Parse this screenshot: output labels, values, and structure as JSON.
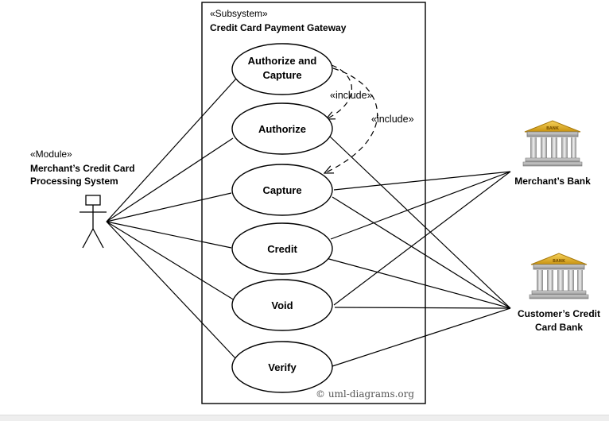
{
  "subsystem": {
    "stereotype": "«Subsystem»",
    "name": "Credit Card Payment Gateway"
  },
  "actor_module": {
    "stereotype": "«Module»",
    "name_line1": "Merchant’s Credit Card",
    "name_line2": "Processing System"
  },
  "actor_merchant_bank": {
    "name": "Merchant’s Bank",
    "icon": "bank-building-icon",
    "icon_text": "BANK"
  },
  "actor_customer_bank": {
    "name_line1": "Customer’s Credit",
    "name_line2": "Card Bank",
    "icon": "bank-building-icon",
    "icon_text": "BANK"
  },
  "use_cases": {
    "authorize_and_capture_line1": "Authorize and",
    "authorize_and_capture_line2": "Capture",
    "authorize": "Authorize",
    "capture": "Capture",
    "credit": "Credit",
    "void": "Void",
    "verify": "Verify"
  },
  "relations": {
    "include_1": "«include»",
    "include_2": "«include»"
  },
  "watermark": "© uml-diagrams.org",
  "colors": {
    "line": "#000000",
    "bank_gold": "#e8b923",
    "bank_stone": "#c9c9c9"
  }
}
